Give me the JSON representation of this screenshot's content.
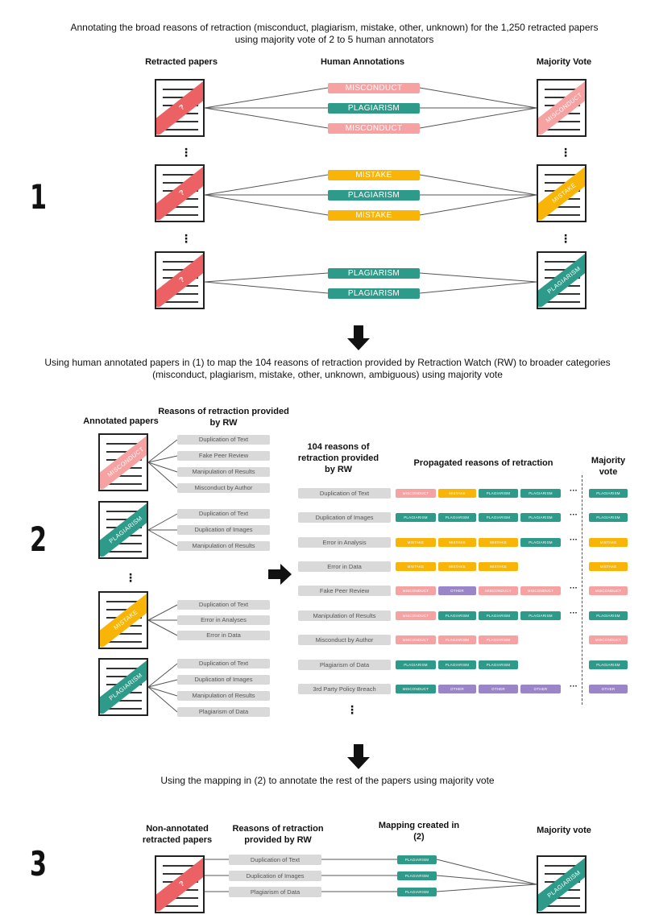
{
  "colors": {
    "misconduct": "#f7a2a2",
    "plagiarism": "#2e9a89",
    "mistake": "#f8b507",
    "other": "#9b85c9",
    "unknown_band": "#ec6163",
    "rw_box": "#d9d9d9"
  },
  "icons": [
    "paper-document-icon",
    "ellipsis-vertical-icon",
    "ellipsis-horizontal-icon",
    "arrow-down-icon",
    "arrow-right-icon"
  ],
  "section1": {
    "step": "1",
    "caption_line1": "Annotating the broad reasons of retraction (misconduct, plagiarism, mistake, other, unknown) for the 1,250 retracted papers",
    "caption_line2": "using majority vote of 2 to 5 human annotators",
    "header_left": "Retracted papers",
    "header_mid": "Human Annotations",
    "header_right": "Majority Vote",
    "unknown_mark": "?",
    "ellipsis": "⋮",
    "groups": [
      {
        "annotations": [
          "MISCONDUCT",
          "PLAGIARISM",
          "MISCONDUCT"
        ],
        "vote": "MISCONDUCT"
      },
      {
        "annotations": [
          "MISTAKE",
          "PLAGIARISM",
          "MISTAKE"
        ],
        "vote": "MISTAKE"
      },
      {
        "annotations": [
          "PLAGIARISM",
          "PLAGIARISM"
        ],
        "vote": "PLAGIARISM"
      }
    ]
  },
  "section2": {
    "step": "2",
    "caption_line1": "Using human annotated papers in (1) to map the 104 reasons of retraction provided by Retraction Watch (RW) to broader categories",
    "caption_line2": "(misconduct, plagiarism, mistake, other, unknown, ambiguous) using majority vote",
    "header_annotated": "Annotated papers",
    "header_rw_line1": "Reasons of retraction provided",
    "header_rw_line2": "by RW",
    "header_104_line1": "104 reasons of",
    "header_104_line2": "retraction provided",
    "header_104_line3": "by RW",
    "header_prop": "Propagated reasons of retraction",
    "header_vote_line1": "Majority",
    "header_vote_line2": "vote",
    "ellipsis": "⋮",
    "h_ellipsis": "···",
    "papers": [
      {
        "label": "MISCONDUCT",
        "reasons": [
          "Duplication of Text",
          "Fake Peer Review",
          "Manipulation of Results",
          "Misconduct by Author"
        ]
      },
      {
        "label": "PLAGIARISM",
        "reasons": [
          "Duplication of Text",
          "Duplication of Images",
          "Manipulation of Results"
        ]
      },
      {
        "label": "MISTAKE",
        "reasons": [
          "Duplication of Text",
          "Error in Analyses",
          "Error in Data"
        ]
      },
      {
        "label": "PLAGIARISM",
        "reasons": [
          "Duplication of Text",
          "Duplication of Images",
          "Manipulation of Results",
          "Plagiarism of Data"
        ]
      }
    ],
    "rows": [
      {
        "reason": "Duplication of Text",
        "tags": [
          "MISCONDUCT",
          "MISTAKE",
          "PLAGIARISM",
          "PLAGIARISM"
        ],
        "more": true,
        "vote": "PLAGIARISM"
      },
      {
        "reason": "Duplication of Images",
        "tags": [
          "PLAGIARISM",
          "PLAGIARISM",
          "PLAGIARISM",
          "PLAGIARISM"
        ],
        "more": true,
        "vote": "PLAGIARISM"
      },
      {
        "reason": "Error in Analysis",
        "tags": [
          "MISTAKE",
          "MISTAKE",
          "MISTAKE",
          "PLAGIARISM"
        ],
        "more": true,
        "vote": "MISTAKE"
      },
      {
        "reason": "Error in Data",
        "tags": [
          "MISTAKE",
          "MISTAKE",
          "MISTAKE"
        ],
        "more": false,
        "vote": "MISTAKE"
      },
      {
        "reason": "Fake Peer Review",
        "tags": [
          "MISCONDUCT",
          "OTHER",
          "MISCONDUCT",
          "MISCONDUCT"
        ],
        "more": true,
        "vote": "MISCONDUCT"
      },
      {
        "reason": "Manipulation of Results",
        "tags": [
          "MISCONDUCT",
          "PLAGIARISM",
          "PLAGIARISM",
          "PLAGIARISM"
        ],
        "more": true,
        "vote": "PLAGIARISM"
      },
      {
        "reason": "Misconduct by Author",
        "tags": [
          "MISCONDUCT",
          "PLAGIARISM",
          "PLAGIARISM"
        ],
        "more": false,
        "vote": "MISCONDUCT"
      },
      {
        "reason": "Plagiarism of Data",
        "tags": [
          "PLAGIARISM",
          "PLAGIARISM",
          "PLAGIARISM"
        ],
        "more": false,
        "vote": "PLAGIARISM"
      },
      {
        "reason": "3rd Party Policy Breach",
        "tags": [
          "MISCONDUCT",
          "OTHER",
          "OTHER",
          "OTHER"
        ],
        "more": true,
        "vote": "OTHER"
      }
    ]
  },
  "section3": {
    "step": "3",
    "caption": "Using the mapping in (2) to annotate the rest of the papers using majority vote",
    "header_nonann_line1": "Non-annotated",
    "header_nonann_line2": "retracted papers",
    "header_rw_line1": "Reasons of retraction",
    "header_rw_line2": "provided by RW",
    "header_map_line1": "Mapping created in",
    "header_map_line2": "(2)",
    "header_vote": "Majority vote",
    "unknown_mark": "?",
    "reasons": [
      "Duplication of Text",
      "Duplication of Images",
      "Plagiarism of Data"
    ],
    "mapping": [
      "PLAGIARISM",
      "PLAGIARISM",
      "PLAGIARISM"
    ],
    "vote": "PLAGIARISM"
  }
}
